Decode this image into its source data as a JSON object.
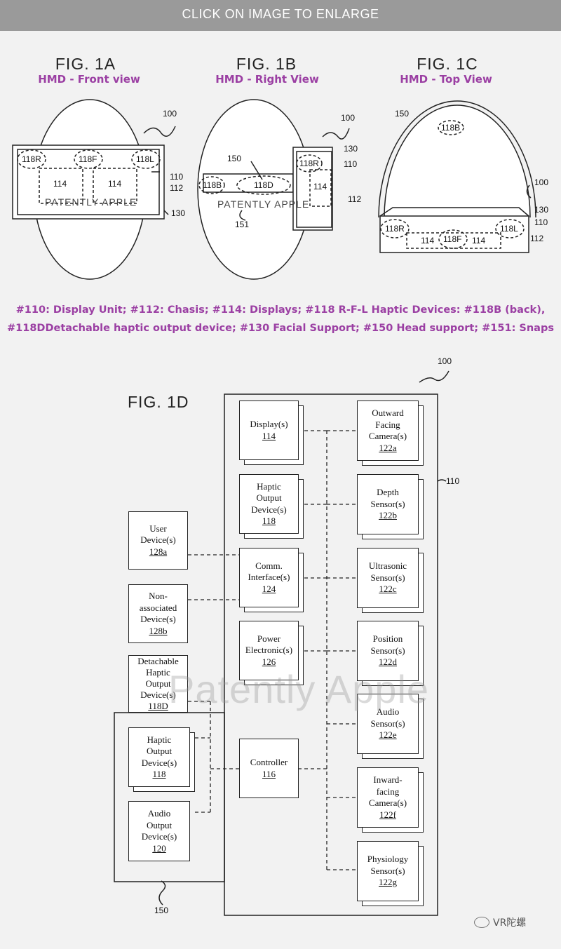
{
  "header": {
    "banner": "CLICK ON IMAGE TO ENLARGE"
  },
  "figures": {
    "fig1a": {
      "title": "FIG. 1A",
      "subtitle": "HMD - Front view"
    },
    "fig1b": {
      "title": "FIG. 1B",
      "subtitle": "HMD - Right View"
    },
    "fig1c": {
      "title": "FIG. 1C",
      "subtitle": "HMD - Top View"
    },
    "fig1d": {
      "title": "FIG. 1D"
    }
  },
  "labels": {
    "a_100": "100",
    "a_118R": "118R",
    "a_118F": "118F",
    "a_118L": "118L",
    "a_114a": "114",
    "a_114b": "114",
    "a_watermark": "PATENTLY APPLE",
    "a_110": "110",
    "a_112": "112",
    "a_130": "130",
    "b_100": "100",
    "b_130": "130",
    "b_110": "110",
    "b_112": "112",
    "b_150": "150",
    "b_118B": "118B",
    "b_118D": "118D",
    "b_118R": "118R",
    "b_114": "114",
    "b_watermark": "PATENTLY APPLE",
    "b_151": "151",
    "c_150": "150",
    "c_118B": "118B",
    "c_100": "100",
    "c_130": "130",
    "c_110": "110",
    "c_112": "112",
    "c_118R": "118R",
    "c_118L": "118L",
    "c_114a": "114",
    "c_118F": "118F",
    "c_114b": "114",
    "d_100": "100",
    "d_110": "110",
    "d_150": "150"
  },
  "caption": {
    "line1": "#110: Display Unit; #112: Chasis; #114: Displays; #118 R-F-L Haptic Devices: #118B (back),",
    "line2": "#118DDetachable haptic output device; #130 Facial Support; #150 Head support; #151: Snaps"
  },
  "blocks": {
    "display": {
      "text": "Display(s)",
      "num": "114"
    },
    "haptic_output": {
      "text": "Haptic\nOutput\nDevice(s)",
      "num": "118"
    },
    "comm": {
      "text": "Comm.\nInterface(s)",
      "num": "124"
    },
    "power": {
      "text": "Power\nElectronic(s)",
      "num": "126"
    },
    "controller": {
      "text": "Controller",
      "num": "116"
    },
    "outward": {
      "text": "Outward\nFacing\nCamera(s)",
      "num": "122a"
    },
    "depth": {
      "text": "Depth\nSensor(s)",
      "num": "122b"
    },
    "ultrasonic": {
      "text": "Ultrasonic\nSensor(s)",
      "num": "122c"
    },
    "position": {
      "text": "Position\nSensor(s)",
      "num": "122d"
    },
    "audio_sensor": {
      "text": "Audio\nSensor(s)",
      "num": "122e"
    },
    "inward": {
      "text": "Inward-\nfacing\nCamera(s)",
      "num": "122f"
    },
    "physiology": {
      "text": "Physiology\nSensor(s)",
      "num": "122g"
    },
    "user_device": {
      "text": "User\nDevice(s)",
      "num": "128a"
    },
    "nonassoc": {
      "text": "Non-\nassociated\nDevice(s)",
      "num": "128b"
    },
    "detachable": {
      "text": "Detachable\nHaptic\nOutput\nDevice(s)",
      "num": "118D"
    },
    "haptic_150": {
      "text": "Haptic\nOutput\nDevice(s)",
      "num": "118"
    },
    "audio_output": {
      "text": "Audio\nOutput\nDevice(s)",
      "num": "120"
    }
  },
  "watermark": "Patently Apple",
  "brand": "VR陀螺"
}
